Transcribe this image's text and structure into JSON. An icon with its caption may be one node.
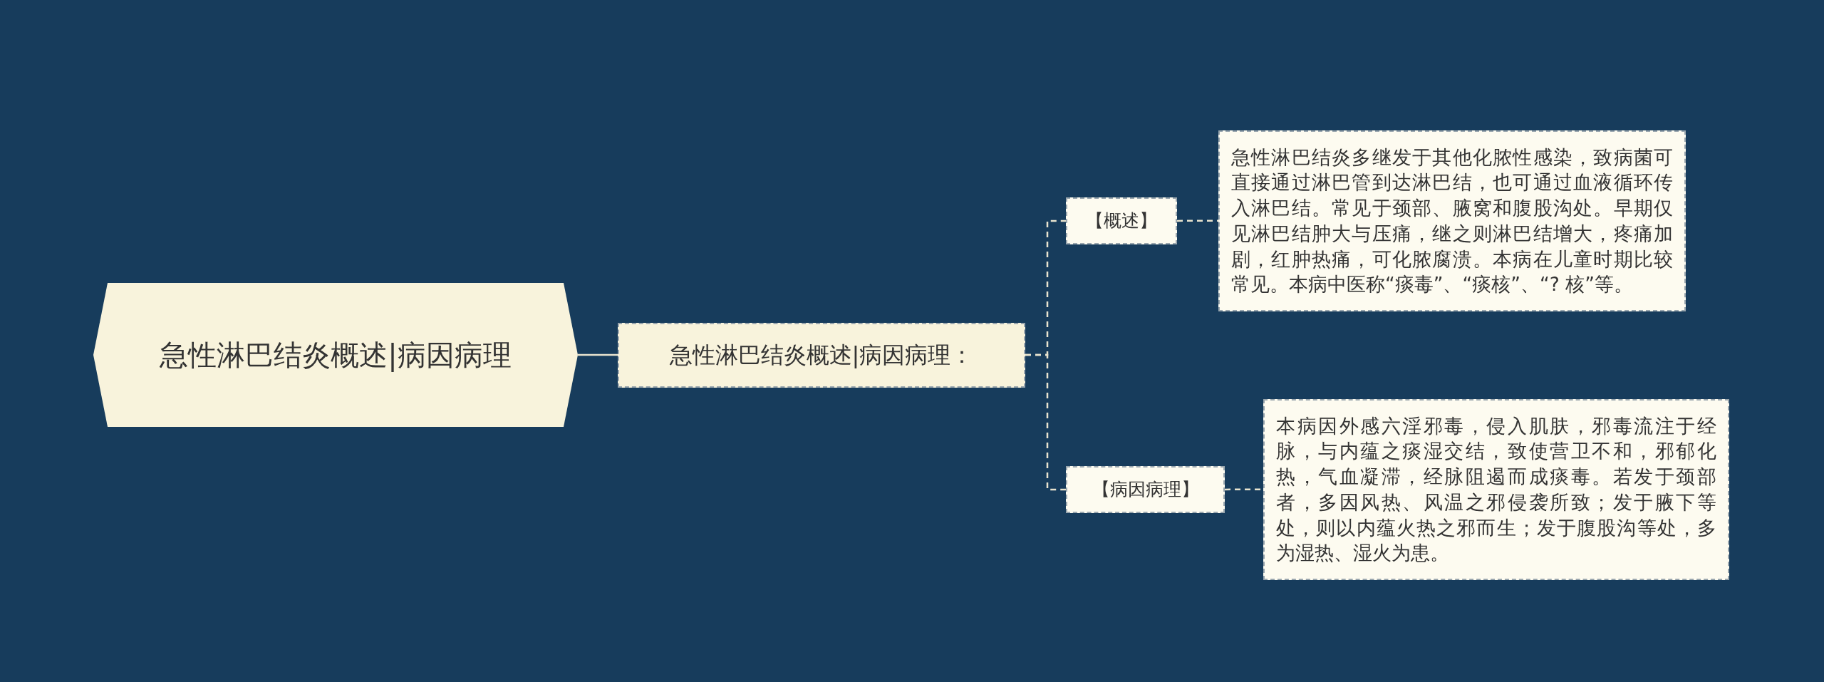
{
  "diagram": {
    "nodes": [
      {
        "text": [
          "急性淋巴结炎概述|病因病理"
        ]
      },
      {
        "text": [
          "急性淋巴结炎概述|病因病理："
        ]
      },
      {
        "text": [
          "【概述】"
        ]
      },
      {
        "text": [
          "【病因病理】"
        ]
      },
      {
        "text": [
          "急性淋巴结炎多继发于其他化脓性感染，致病菌可直接通过淋巴管到达淋巴结，也可通过血液循环传入淋巴结。常见于颈部、腋窝和腹股沟处。早期仅见淋巴结肿大与压痛，继之则淋巴结增大，疼痛加剧，红肿热痛，可化脓腐溃。本病在儿童时期比较常见。本病中医称“痰毒”、“痰核”、“? 核”等。"
        ]
      },
      {
        "text": [
          "本病因外感六淫邪毒，侵入肌肤，邪毒流注于经脉，与内蕴之痰湿交结，致使营卫不和，邪郁化热，气血凝滞，经脉阻遏而成痰毒。若发于颈部者，多因风热、风温之邪侵袭所致；发于腋下等处，则以内蕴火热之邪而生；发于腹股沟等处，多为湿热、湿火为患。"
        ]
      }
    ],
    "edges": [
      {
        "from": 0,
        "to": 1,
        "arrow": "none"
      },
      {
        "from": 1,
        "to": 2,
        "arrow": "none",
        "style": "dashed"
      },
      {
        "from": 1,
        "to": 3,
        "arrow": "none",
        "style": "dashed"
      },
      {
        "from": 2,
        "to": 4,
        "arrow": "none",
        "style": "dashed"
      },
      {
        "from": 3,
        "to": 5,
        "arrow": "none",
        "style": "dashed"
      }
    ]
  }
}
